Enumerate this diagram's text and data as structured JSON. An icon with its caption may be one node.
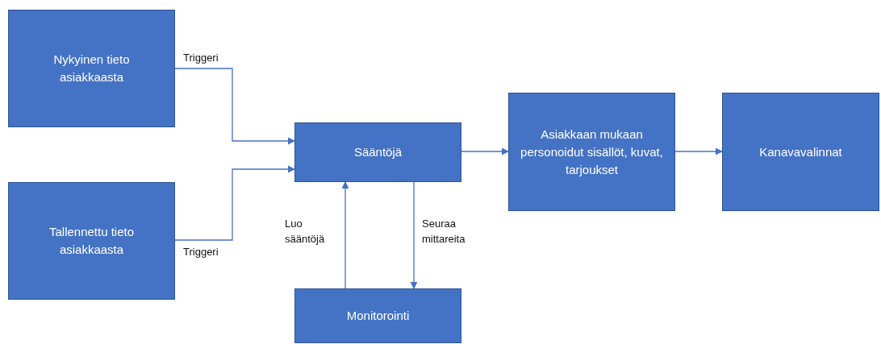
{
  "diagram": {
    "nodes": [
      {
        "text": [
          "Nykyinen tieto asiakkaasta"
        ]
      },
      {
        "text": [
          "Tallennettu tieto asiakkaasta"
        ]
      },
      {
        "text": [
          "Sääntöjä"
        ]
      },
      {
        "text": [
          "Asiakkaan mukaan personoidut sisällöt, kuvat, tarjoukset"
        ]
      },
      {
        "text": [
          "Kanavavalinnat"
        ]
      },
      {
        "text": [
          "Monitorointi"
        ]
      }
    ],
    "edges": [
      {
        "from": 0,
        "to": 2,
        "arrow": "to",
        "label": "Triggeri"
      },
      {
        "from": 1,
        "to": 2,
        "arrow": "to",
        "label": "Triggeri"
      },
      {
        "from": 2,
        "to": 3,
        "arrow": "to"
      },
      {
        "from": 3,
        "to": 4,
        "arrow": "to"
      },
      {
        "from": 5,
        "to": 2,
        "arrow": "to",
        "label": "Luo sääntöjä"
      },
      {
        "from": 2,
        "to": 5,
        "arrow": "to",
        "label": "Seuraa mittareita"
      }
    ]
  }
}
